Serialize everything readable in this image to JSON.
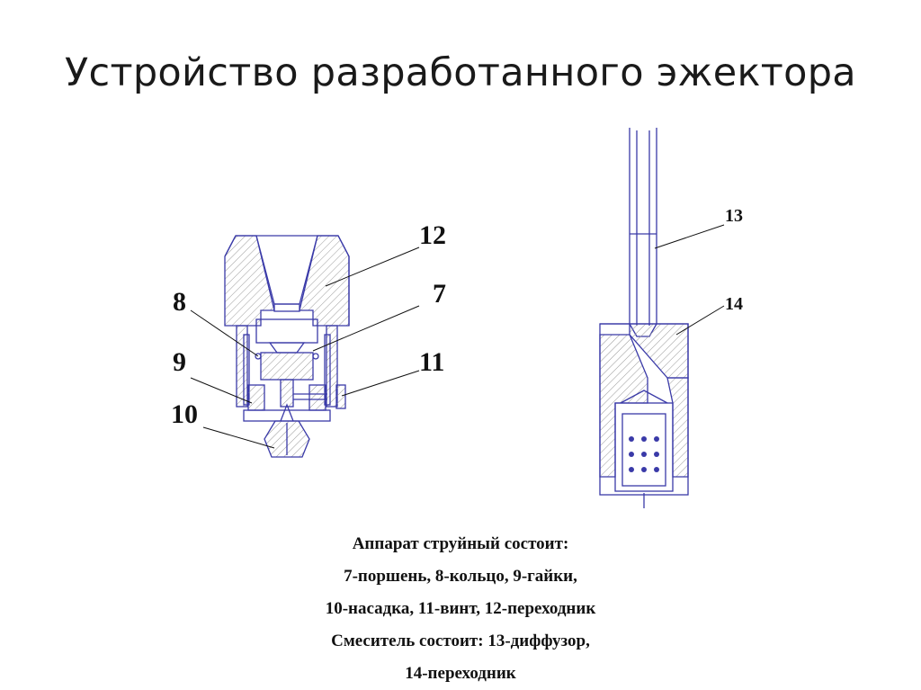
{
  "title": "Устройство разработанного эжектора",
  "callouts": {
    "n7": "7",
    "n8": "8",
    "n9": "9",
    "n10": "10",
    "n11": "11",
    "n12": "12",
    "n13": "13",
    "n14": "14"
  },
  "caption": {
    "line1": "Аппарат струйный состоит:",
    "line2": "7-поршень, 8-кольцо, 9-гайки,",
    "line3": "10-насадка, 11-винт, 12-переходник",
    "line4": "Смеситель состоит: 13-диффузор,",
    "line5": "14-переходник"
  },
  "colors": {
    "line": "#3a3aa8",
    "hatch": "#9a9a9a",
    "text": "#111111"
  }
}
